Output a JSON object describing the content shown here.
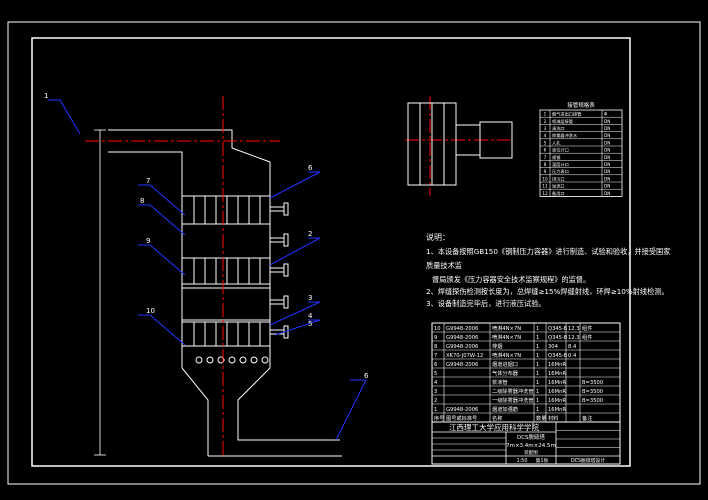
{
  "colors": {
    "background": "#000000",
    "line": "#ffffff",
    "centerline": "#ff0000",
    "leader": "#2233ff",
    "text": "#ffffff"
  },
  "balloons": [
    "1",
    "7",
    "8",
    "9",
    "10",
    "6",
    "2",
    "3",
    "4",
    "5",
    "6"
  ],
  "notes": {
    "heading": "说明：",
    "lines": [
      "1、本设备按照GB150《钢制压力容器》进行制造、试验和验收，并接受国家",
      "质量技术监",
      "督局颁发《压力容器安全技术监察规程》的监督。",
      "2、焊缝探伤检测按长度为，总焊缝≥15%焊缝射线，环焊≥10%射线检测。",
      "3、设备制造完毕后，进行液压试验。"
    ]
  },
  "nozzle_table": {
    "title": "接管规格表",
    "rows": [
      [
        "1",
        "烟气进出口接管",
        "Φ"
      ],
      [
        "2",
        "喷淋层接管",
        "DN"
      ],
      [
        "3",
        "清洗口",
        "DN"
      ],
      [
        "4",
        "除雾器冲洗水",
        "DN"
      ],
      [
        "5",
        "人孔",
        "DN"
      ],
      [
        "6",
        "液位计口",
        "DN"
      ],
      [
        "7",
        "视镜",
        "DN"
      ],
      [
        "8",
        "温度计口",
        "DN"
      ],
      [
        "9",
        "压力表口",
        "DN"
      ],
      [
        "10",
        "排污口",
        "DN"
      ],
      [
        "11",
        "溢流口",
        "DN"
      ],
      [
        "12",
        "备用口",
        "DN"
      ]
    ]
  },
  "parts_list": {
    "rows": [
      [
        "10",
        "G9948-2006",
        "喷淋4N×7N",
        "1",
        "Q345-B",
        "12.3",
        "组件"
      ],
      [
        "9",
        "G9948-2006",
        "喷淋4N×7N",
        "1",
        "Q345-B",
        "12.3",
        "组件"
      ],
      [
        "8",
        "G9948-2006",
        "排烟",
        "1",
        "304",
        "8.4",
        ""
      ],
      [
        "7",
        "XK70-J07W-12",
        "喷淋4N×7N",
        "1",
        "Q345-B",
        "0.4",
        ""
      ],
      [
        "6",
        "G9948-2006",
        "烟道进烟口",
        "1",
        "16MnR",
        "",
        ""
      ],
      [
        "5",
        "",
        "气体分布器",
        "1",
        "16MnR",
        "",
        ""
      ],
      [
        "4",
        "",
        "浆液管",
        "1",
        "16MnR",
        "",
        "B=3500"
      ],
      [
        "3",
        "",
        "二级除雾器冲洗管",
        "1",
        "16MnR",
        "",
        "B=3500"
      ],
      [
        "2",
        "",
        "一级除雾器冲洗管",
        "1",
        "16MnR",
        "",
        "B=3500"
      ],
      [
        "1",
        "G9948-2006",
        "烟道加强筋",
        "1",
        "16MnR",
        "",
        ""
      ]
    ],
    "header": [
      "序号",
      "图号或标准号",
      "名称",
      "数量",
      "材料",
      "",
      "备注"
    ]
  },
  "title_block": {
    "company": "江西理工大学应用科学学院",
    "drawing_name": "DCS脱硫塔",
    "size": "7m×3.4m×24.5m",
    "subtitle": "装配图",
    "project": "DCS脱硫塔设计",
    "scale": "1:50",
    "sheet": "第1张"
  }
}
